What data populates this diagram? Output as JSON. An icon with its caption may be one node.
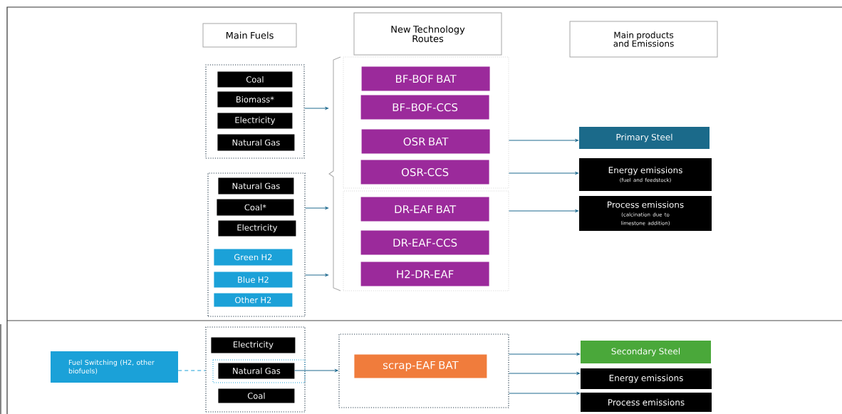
{
  "diagram": {
    "nodes": [
      {
        "text": [
          "Main Fuels"
        ]
      },
      {
        "text": [
          "New Technology Routes"
        ]
      },
      {
        "text": [
          "Main products and Emissions"
        ]
      },
      {
        "text": [],
        "shape": "box"
      },
      {
        "text": [
          "Coal"
        ],
        "in": 3
      },
      {
        "text": [
          "Biomass*"
        ],
        "in": 3
      },
      {
        "text": [
          "Electricity"
        ],
        "in": 3
      },
      {
        "text": [
          "Natural Gas"
        ],
        "in": 3
      },
      {
        "text": [],
        "shape": "box"
      },
      {
        "text": [
          "Natural Gas"
        ],
        "in": 8
      },
      {
        "text": [
          "Coal*"
        ],
        "in": 8
      },
      {
        "text": [
          "Electricity"
        ],
        "in": 8
      },
      {
        "text": [
          "Green H2"
        ],
        "in": 8
      },
      {
        "text": [
          "Blue H2"
        ],
        "in": 8
      },
      {
        "text": [
          "Other H2"
        ],
        "in": 8
      },
      {
        "text": [],
        "shape": "bracket"
      },
      {
        "text": [],
        "shape": "box"
      },
      {
        "text": [
          "BF-BOF BAT"
        ],
        "in": 16
      },
      {
        "text": [
          "BF–BOF-CCS"
        ],
        "in": 16
      },
      {
        "text": [
          "OSR BAT"
        ],
        "in": 16
      },
      {
        "text": [
          "OSR-CCS"
        ],
        "in": 16
      },
      {
        "text": [],
        "shape": "box"
      },
      {
        "text": [
          "DR-EAF BAT"
        ],
        "in": 21
      },
      {
        "text": [
          "DR-EAF-CCS"
        ],
        "in": 21
      },
      {
        "text": [
          "H2-DR-EAF"
        ],
        "in": 21
      },
      {
        "text": [
          "Primary Steel"
        ]
      },
      {
        "text": [
          "Energy emissions",
          "(fuel and feedstock)"
        ]
      },
      {
        "text": [
          "Process emissions",
          "(calcination due to limestone addition)"
        ]
      },
      {
        "text": [
          "Fuel Switching (H2, other biofuels)"
        ]
      },
      {
        "text": [],
        "shape": "box"
      },
      {
        "text": [
          "Electricity"
        ],
        "in": 29
      },
      {
        "text": [
          "Natural Gas"
        ],
        "in": 29
      },
      {
        "text": [
          "Coal"
        ],
        "in": 29
      },
      {
        "text": [],
        "shape": "box"
      },
      {
        "text": [
          "scrap-EAF BAT"
        ],
        "in": 33
      },
      {
        "text": [
          "Secondary Steel"
        ]
      },
      {
        "text": [
          "Energy emissions"
        ]
      },
      {
        "text": [
          "Process emissions"
        ]
      }
    ],
    "edges": [
      {
        "from": 3,
        "to": 15,
        "arrow": "to"
      },
      {
        "from": 8,
        "to": 15,
        "arrow": "to"
      },
      {
        "from": 8,
        "to": 15,
        "arrow": "to"
      },
      {
        "from": 16,
        "to": 25,
        "arrow": "to"
      },
      {
        "from": 16,
        "to": 26,
        "arrow": "to"
      },
      {
        "from": 21,
        "to": 27,
        "arrow": "to"
      },
      {
        "from": 28,
        "to": 29,
        "arrow": "none",
        "style": "dashed",
        "color": "#1ba1d8"
      },
      {
        "from": 31,
        "to": 33,
        "arrow": "to"
      },
      {
        "from": 33,
        "to": 35,
        "arrow": "to"
      },
      {
        "from": 33,
        "to": 36,
        "arrow": "to"
      },
      {
        "from": 33,
        "to": 37,
        "arrow": "to"
      }
    ]
  }
}
